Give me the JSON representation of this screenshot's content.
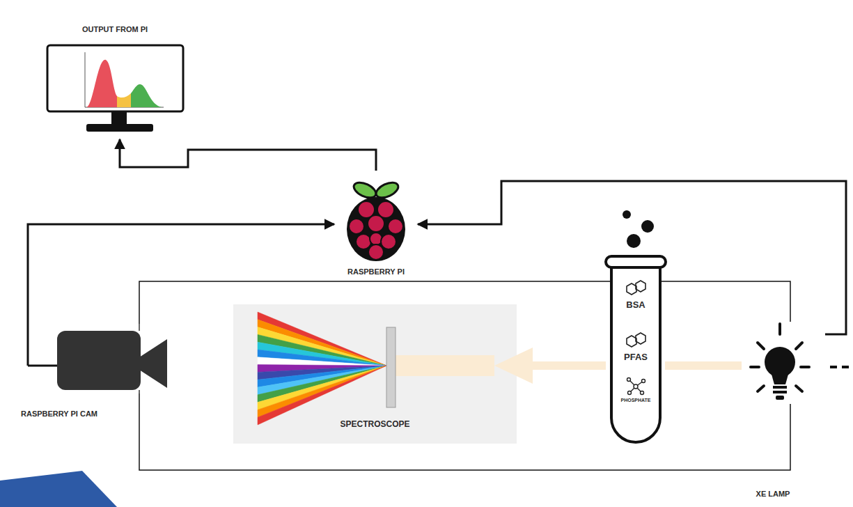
{
  "diagram": {
    "nodes": [
      {
        "text": [
          "OUTPUT FROM PI"
        ]
      },
      {
        "text": [
          "RASPBERRY PI"
        ]
      },
      {
        "text": [
          "RASPBERRY PI CAM"
        ]
      },
      {
        "text": [
          "SPECTROSCOPE"
        ]
      },
      {
        "text": [
          "BSA",
          "PFAS",
          "PHOSPHATE"
        ]
      },
      {
        "text": [
          "XE LAMP"
        ]
      }
    ],
    "edges": [
      {
        "from": 1,
        "to": 0,
        "arrow": "to"
      },
      {
        "from": 2,
        "to": 1,
        "arrow": "to"
      },
      {
        "from": 5,
        "to": 1,
        "arrow": "to"
      },
      {
        "from": 2,
        "to": 5,
        "arrow": "none"
      },
      {
        "from": 2,
        "to": 5,
        "arrow": "none"
      }
    ]
  }
}
